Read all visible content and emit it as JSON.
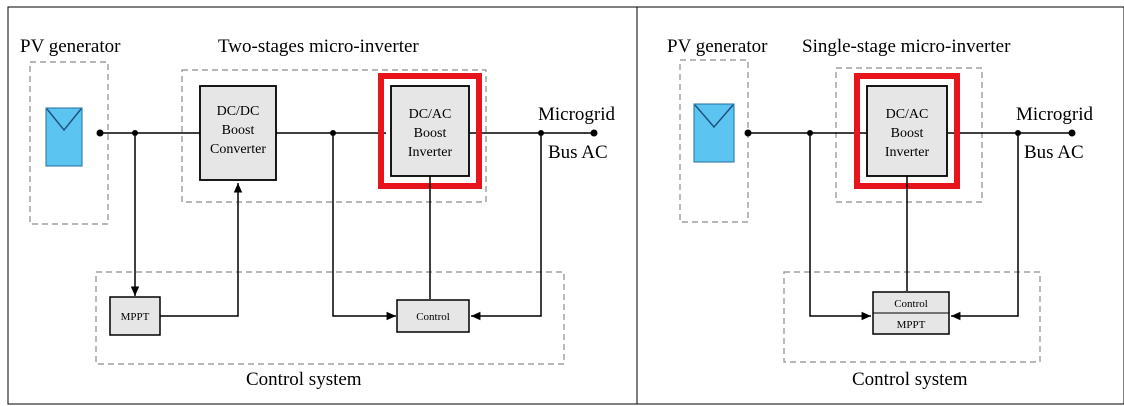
{
  "left_panel": {
    "pv_label": "PV generator",
    "title": "Two-stages micro-inverter",
    "dcdc": {
      "line1": "DC/DC",
      "line2": "Boost",
      "line3": "Converter"
    },
    "dcac": {
      "line1": "DC/AC",
      "line2": "Boost",
      "line3": "Inverter"
    },
    "microgrid": "Microgrid",
    "bus": "Bus AC",
    "mppt": "MPPT",
    "control": "Control",
    "control_system": "Control system"
  },
  "right_panel": {
    "pv_label": "PV generator",
    "title": "Single-stage micro-inverter",
    "dcac": {
      "line1": "DC/AC",
      "line2": "Boost",
      "line3": "Inverter"
    },
    "microgrid": "Microgrid",
    "bus": "Bus AC",
    "control": "Control",
    "mppt": "MPPT",
    "control_system": "Control system"
  },
  "colors": {
    "panel_icon": "#5bc4f0",
    "highlight": "#e8141c",
    "box_fill": "#e6e6e6",
    "dashed": "#8c8c8c"
  }
}
